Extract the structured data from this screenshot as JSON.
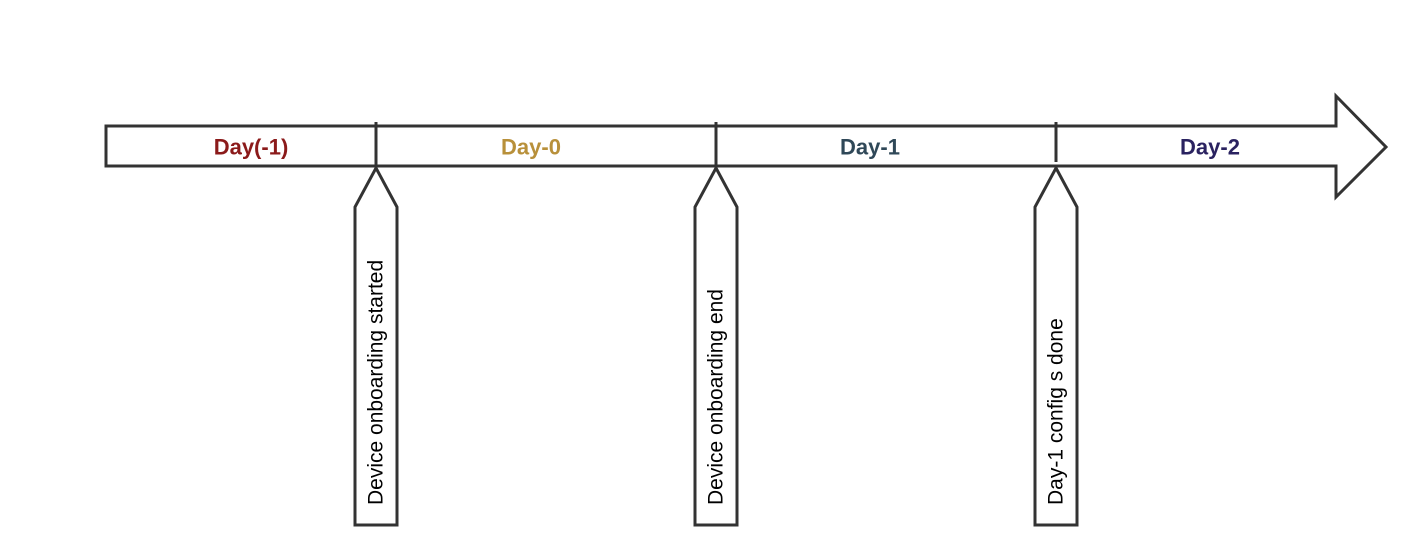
{
  "timeline": {
    "phases": [
      {
        "label": "Day(-1)",
        "color": "#8B1A1A"
      },
      {
        "label": "Day-0",
        "color": "#B8903A"
      },
      {
        "label": "Day-1",
        "color": "#2F4858"
      },
      {
        "label": "Day-2",
        "color": "#2A2260"
      }
    ],
    "milestones": [
      {
        "label": "Device onboarding started"
      },
      {
        "label": "Device onboarding end"
      },
      {
        "label": "Day-1 config s done"
      }
    ]
  }
}
